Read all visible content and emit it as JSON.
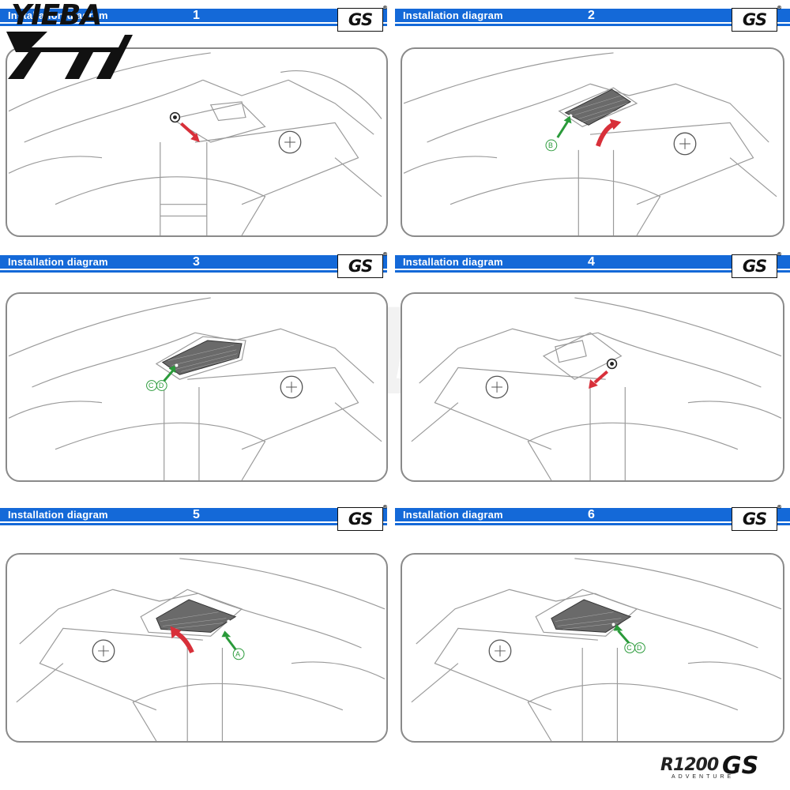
{
  "brand": {
    "logo_text": "YIEBA",
    "watermark": "YIEBA"
  },
  "diagrams": [
    {
      "label": "Installation diagram",
      "step": "1",
      "badge": "GS"
    },
    {
      "label": "Installation diagram",
      "step": "2",
      "badge": "GS",
      "callouts": [
        "B"
      ]
    },
    {
      "label": "Installation diagram",
      "step": "3",
      "badge": "GS",
      "callouts": [
        "C",
        "D"
      ]
    },
    {
      "label": "Installation diagram",
      "step": "4",
      "badge": "GS"
    },
    {
      "label": "Installation diagram",
      "step": "5",
      "badge": "GS",
      "callouts": [
        "A"
      ]
    },
    {
      "label": "Installation diagram",
      "step": "6",
      "badge": "GS",
      "callouts": [
        "C",
        "D"
      ]
    }
  ],
  "footer_logo": {
    "model": "R1200",
    "series": "GS",
    "sub": "ADVENTURE"
  },
  "colors": {
    "header_blue": "#1469d8",
    "arrow_red": "#d8303a",
    "arrow_green": "#2a9a3a",
    "panel_border": "#8a8a8a"
  }
}
